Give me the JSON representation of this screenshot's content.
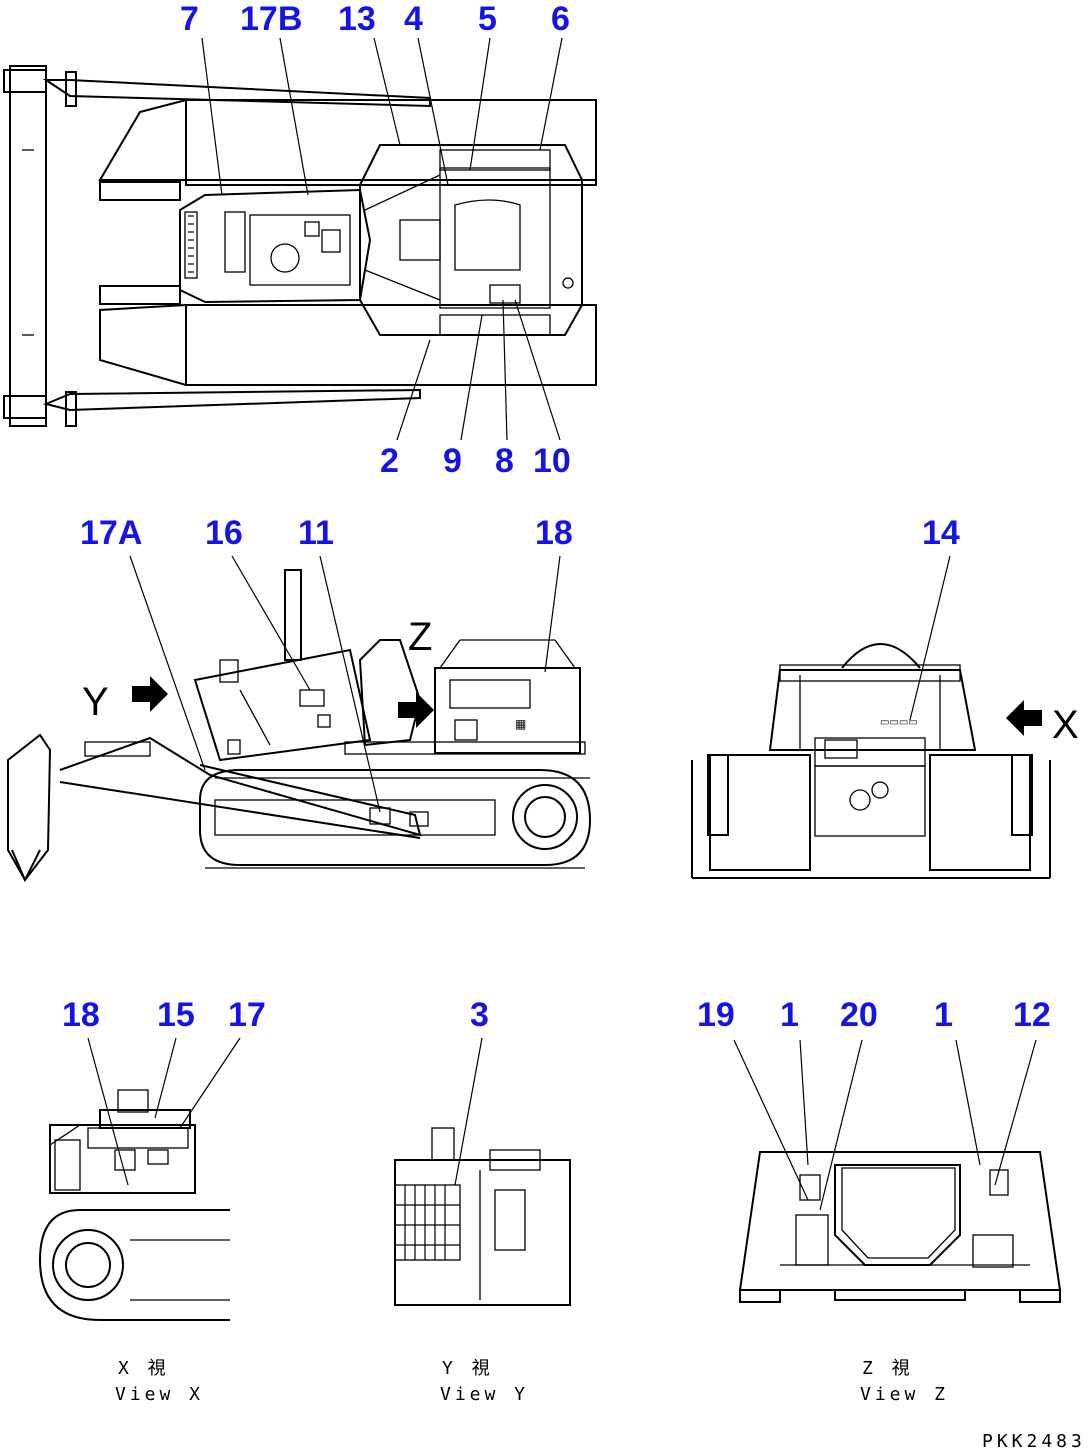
{
  "callouts": {
    "top": [
      "7",
      "17B",
      "13",
      "4",
      "5",
      "6",
      "2",
      "9",
      "8",
      "10"
    ],
    "side": [
      "17A",
      "16",
      "11",
      "18"
    ],
    "rear": [
      "14"
    ],
    "viewx": [
      "18",
      "15",
      "17"
    ],
    "viewy": [
      "3"
    ],
    "viewz": [
      "19",
      "1",
      "20",
      "1",
      "12"
    ]
  },
  "view_letters": {
    "y": "Y",
    "z": "Z",
    "x": "X"
  },
  "captions": {
    "view_x_jp": "X 視",
    "view_x_en": "View X",
    "view_y_jp": "Y 視",
    "view_y_en": "View Y",
    "view_z_jp": "Z 視",
    "view_z_en": "View Z"
  },
  "drawing_code": "PKK2483"
}
